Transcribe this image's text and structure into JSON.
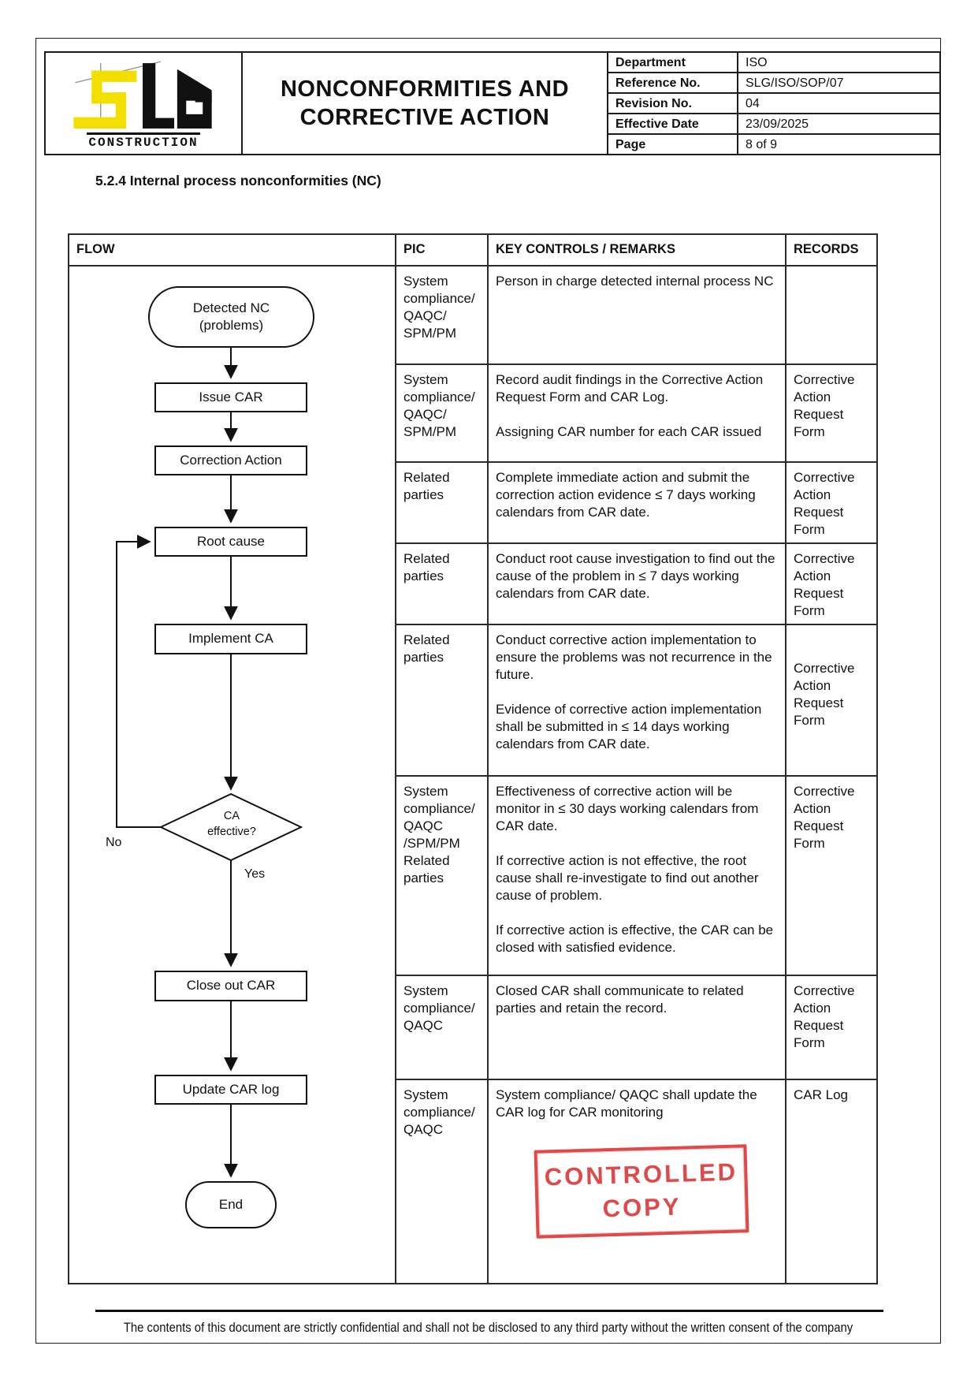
{
  "header": {
    "logo": {
      "construction": "CONSTRUCTION"
    },
    "title_line1": "NONCONFORMITIES AND",
    "title_line2": "CORRECTIVE ACTION",
    "info": [
      {
        "label": "Department",
        "value": "ISO"
      },
      {
        "label": "Reference No.",
        "value": "SLG/ISO/SOP/07"
      },
      {
        "label": "Revision No.",
        "value": "04"
      },
      {
        "label": "Effective Date",
        "value": "23/09/2025"
      },
      {
        "label": "Page",
        "value": "8 of 9"
      }
    ]
  },
  "section_heading": "5.2.4 Internal process nonconformities (NC)",
  "table": {
    "headers": [
      "FLOW",
      "PIC",
      "KEY CONTROLS / REMARKS",
      "RECORDS"
    ],
    "rows": [
      {
        "pic": "System compliance/ QAQC/ SPM/PM",
        "remarks": [
          "Person in charge detected internal process NC"
        ],
        "records": ""
      },
      {
        "pic": "System compliance/ QAQC/ SPM/PM",
        "remarks": [
          "Record audit findings in the Corrective Action Request Form and CAR Log.",
          "Assigning CAR number for each CAR issued"
        ],
        "records": "Corrective Action Request Form"
      },
      {
        "pic": "Related parties",
        "remarks": [
          "Complete immediate action and submit the correction action evidence ≤ 7 days working calendars from CAR date."
        ],
        "records": "Corrective Action Request Form"
      },
      {
        "pic": "Related parties",
        "remarks": [
          "Conduct root cause investigation to find out the cause of the problem in ≤ 7 days working calendars from CAR date."
        ],
        "records": "Corrective Action Request Form"
      },
      {
        "pic": "Related parties",
        "remarks": [
          "Conduct corrective action implementation to ensure the problems was not recurrence in the future.",
          "Evidence of corrective action implementation shall be submitted in ≤ 14 days working calendars from CAR date."
        ],
        "records": "Corrective Action Request Form"
      },
      {
        "pic": "System compliance/ QAQC /SPM/PM Related parties",
        "remarks": [
          "Effectiveness of corrective action will be monitor in ≤ 30 days working calendars from CAR date.",
          "If corrective action is not effective, the root cause shall re-investigate to find out another cause of problem.",
          "If corrective action is effective, the CAR can be closed with satisfied evidence."
        ],
        "records": "Corrective Action Request Form"
      },
      {
        "pic": "System compliance/ QAQC",
        "remarks": [
          "Closed CAR shall communicate to related parties and retain the record."
        ],
        "records": "Corrective Action Request Form"
      },
      {
        "pic": "System compliance/ QAQC",
        "remarks": [
          "System compliance/ QAQC shall update the CAR log for CAR monitoring"
        ],
        "records": "CAR Log"
      }
    ]
  },
  "flowchart": {
    "start": "Detected NC (problems)",
    "issue_car": "Issue CAR",
    "correction_action": "Correction Action",
    "root_cause": "Root cause",
    "implement_ca": "Implement CA",
    "decision": "CA effective?",
    "no_label": "No",
    "yes_label": "Yes",
    "close_out": "Close out CAR",
    "update_log": "Update CAR log",
    "end": "End"
  },
  "stamp": {
    "line1": "CONTROLLED",
    "line2": "COPY",
    "color": "#dd3c3c"
  },
  "footer": "The contents of this document are strictly confidential and shall not be disclosed to any third party without the written consent of the company"
}
